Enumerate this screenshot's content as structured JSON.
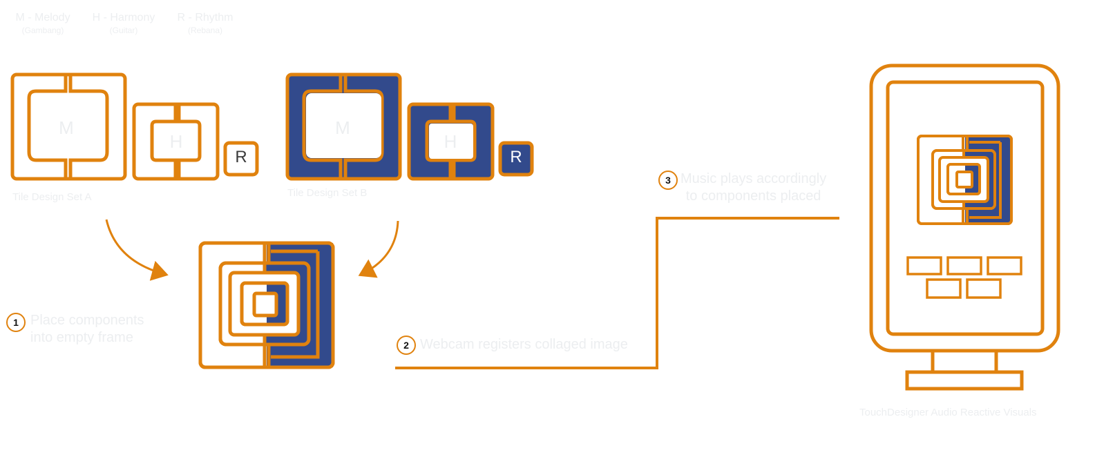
{
  "legend": [
    {
      "title": "M - Melody",
      "subtitle": "(Gambang)"
    },
    {
      "title": "H - Harmony",
      "subtitle": "(Guitar)"
    },
    {
      "title": "R - Rhythm",
      "subtitle": "(Rebana)"
    }
  ],
  "sets": {
    "a": {
      "caption": "Tile Design Set A",
      "m": "M",
      "h": "H",
      "r": "R"
    },
    "b": {
      "caption": "Tile Design Set B",
      "m": "M",
      "h": "H",
      "r": "R"
    }
  },
  "steps": [
    {
      "number": "1",
      "line1": "Place components",
      "line2": "into empty frame"
    },
    {
      "number": "2",
      "line1": "Webcam registers collaged image"
    },
    {
      "number": "3",
      "line1": "Music plays accordingly",
      "line2": "to components placed"
    }
  ],
  "monitor": {
    "caption": "TouchDesigner Audio Reactive Visuals"
  },
  "colors": {
    "orange": "#e0820e",
    "navy": "#324a8c",
    "faint_text": "#eceef0"
  }
}
